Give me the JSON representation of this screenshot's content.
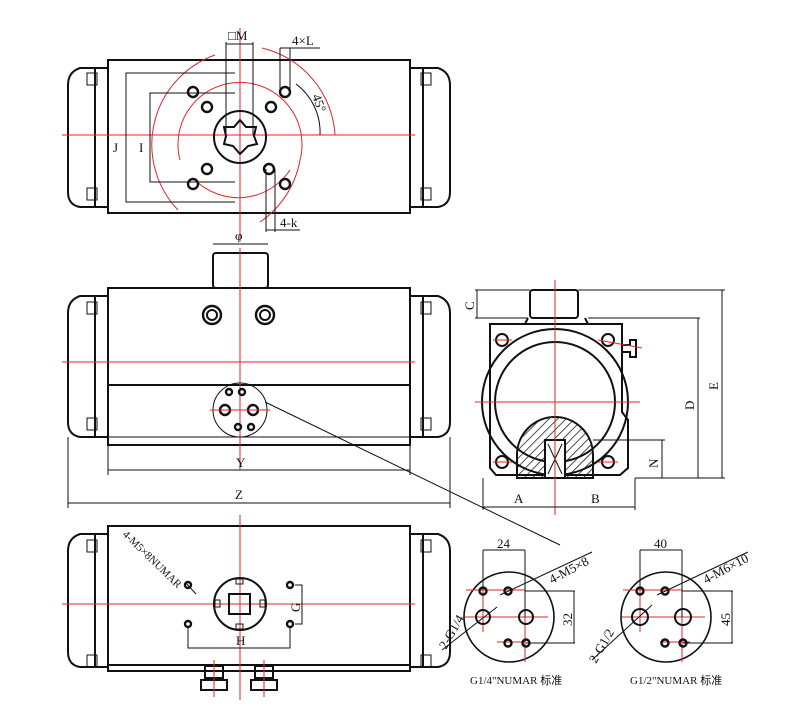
{
  "top_view": {
    "shaft_label": "□M",
    "hole_label": "4×L",
    "angle_label": "45°",
    "outer_pcd_label": "J",
    "inner_pcd_label": "I",
    "inner_hole_label": "4-k",
    "diameter_label": "φ"
  },
  "front_view": {
    "length_label": "Y",
    "overall_label": "Z"
  },
  "side_view": {
    "c_label": "C",
    "d_label": "D",
    "e_label": "E",
    "n_label": "N",
    "a_label": "A",
    "b_label": "B"
  },
  "bottom_view": {
    "thread_label": "4-M5×8NUMAR",
    "g_label": "G",
    "h_label": "H"
  },
  "detail_quarter": {
    "width_dim": "24",
    "thread_label": "4-M5×8",
    "port_label": "2-G1/4",
    "height_dim": "32",
    "caption": "G1/4\"NUMAR 标准"
  },
  "detail_half": {
    "width_dim": "40",
    "thread_label": "4-M6×10",
    "port_label": "2-G1/2",
    "height_dim": "45",
    "caption": "G1/2\"NUMAR 标准"
  },
  "colors": {
    "outline": "#111111",
    "centerline": "#e0262a"
  }
}
